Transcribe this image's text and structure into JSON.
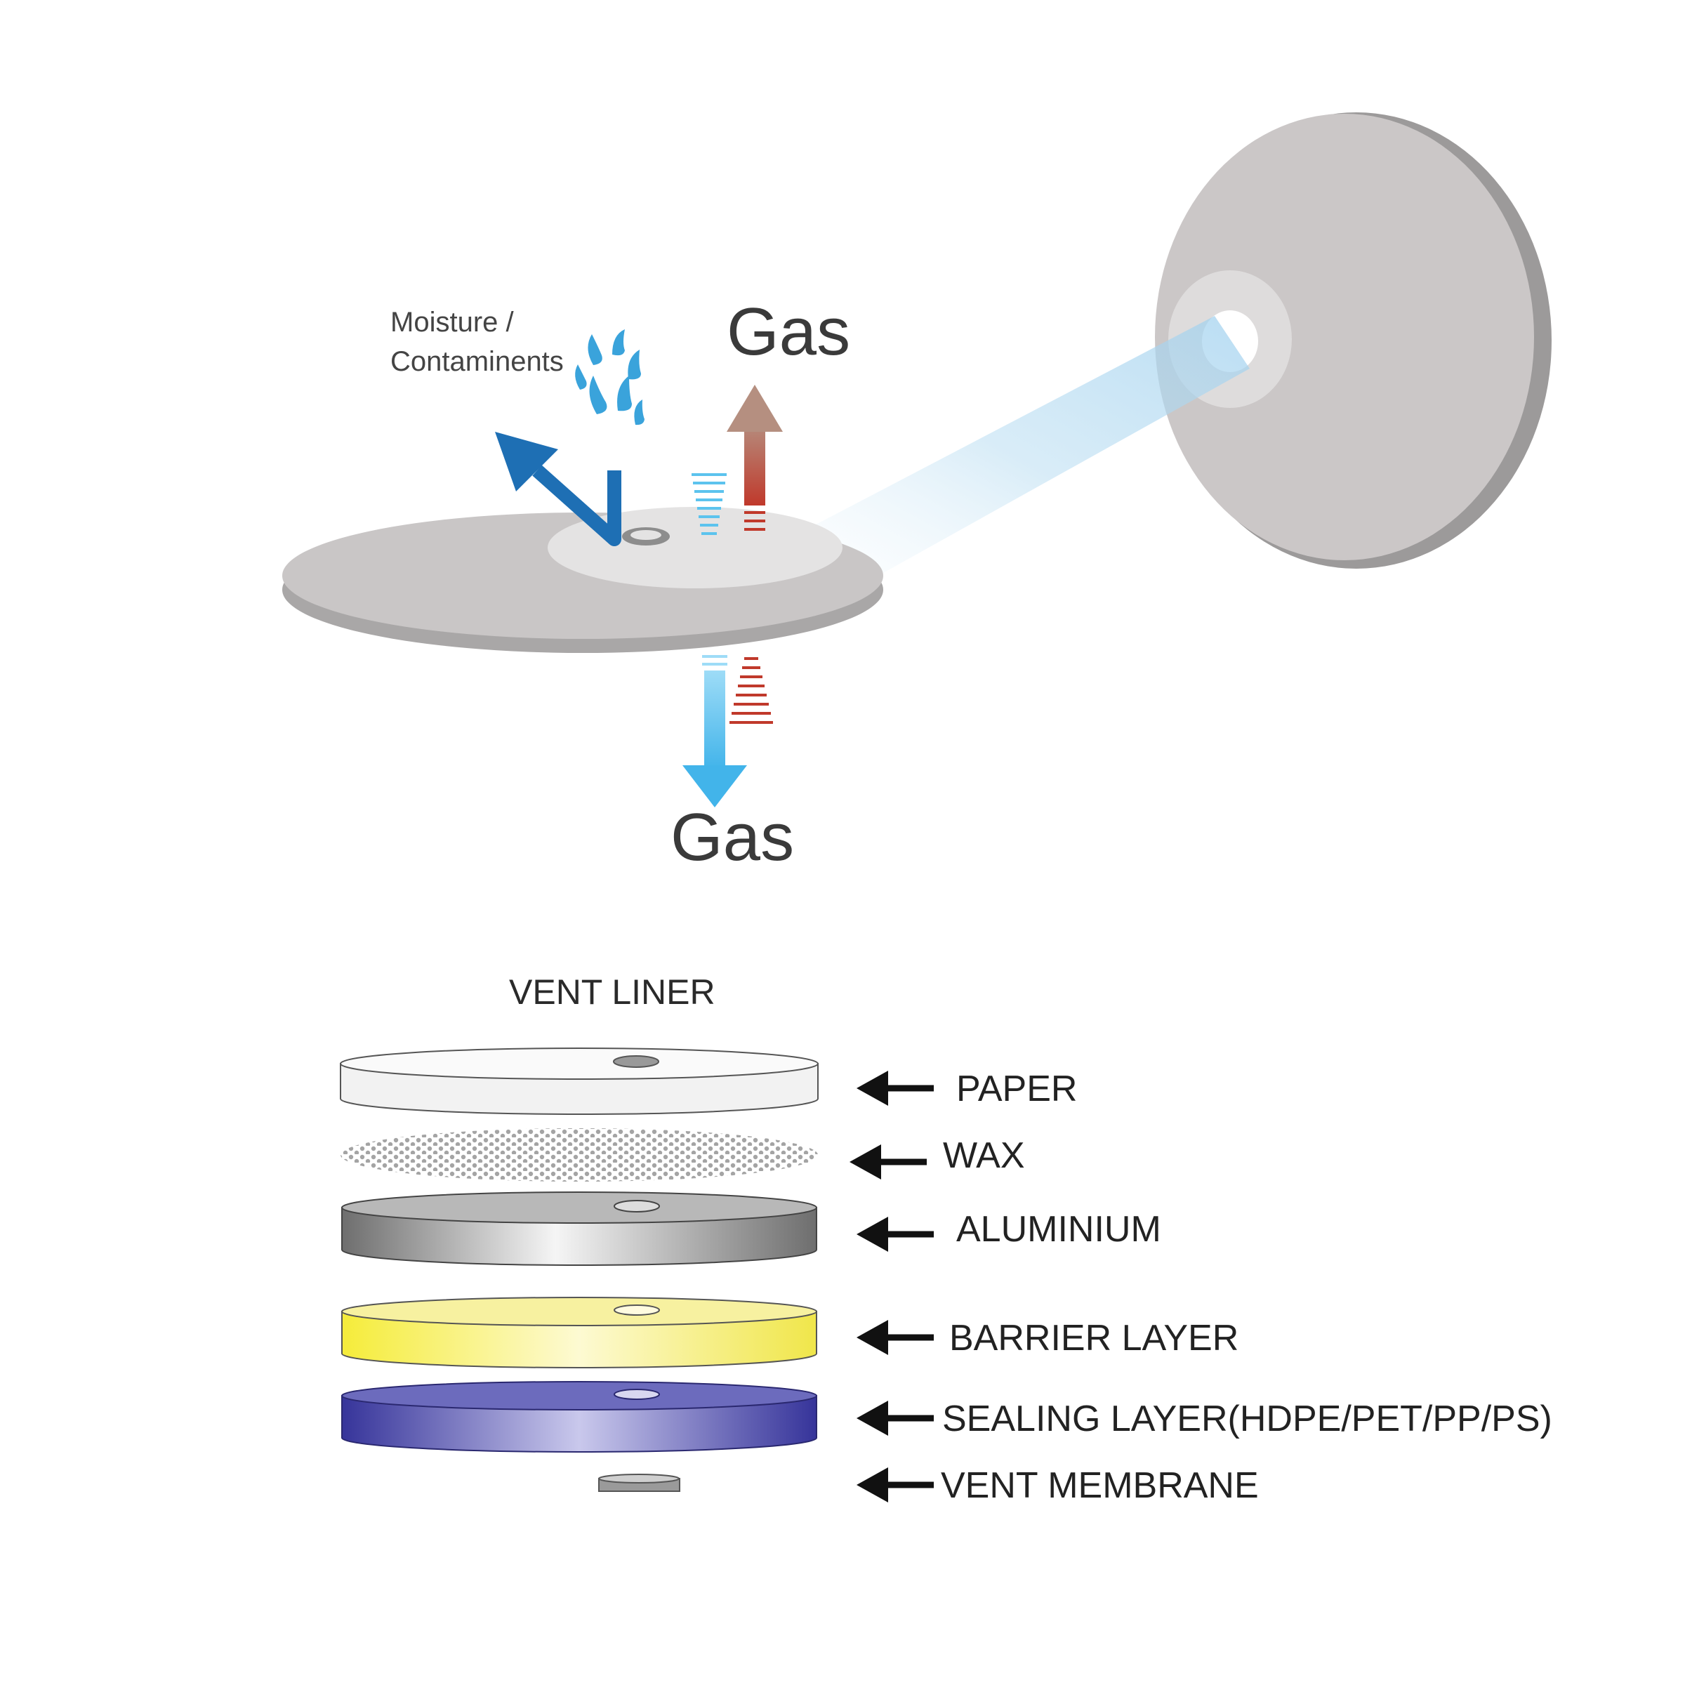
{
  "diagram": {
    "top": {
      "moisture_label_line1": "Moisture /",
      "moisture_label_line2": "Contaminents",
      "gas_up_label": "Gas",
      "gas_down_label": "Gas"
    },
    "bottom": {
      "title": "VENT LINER",
      "layers": [
        {
          "key": "paper",
          "label": "PAPER"
        },
        {
          "key": "wax",
          "label": "WAX"
        },
        {
          "key": "aluminium",
          "label": "ALUMINIUM"
        },
        {
          "key": "barrier",
          "label": "BARRIER LAYER"
        },
        {
          "key": "sealing",
          "label": "SEALING LAYER(HDPE/PET/PP/PS)"
        },
        {
          "key": "membrane",
          "label": "VENT MEMBRANE"
        }
      ]
    },
    "colors": {
      "disc_grey": "#c9c6c6",
      "disc_edge": "#a8a6a6",
      "moisture_blue": "#1e6fb4",
      "drop_blue": "#3aa3db",
      "gas_red": "#b9523a",
      "gas_blue": "#5cc3ee",
      "paper": "#efefef",
      "aluminium": "#8a8a8a",
      "barrier": "#f2ea52",
      "sealing": "#3c3a9e"
    }
  }
}
